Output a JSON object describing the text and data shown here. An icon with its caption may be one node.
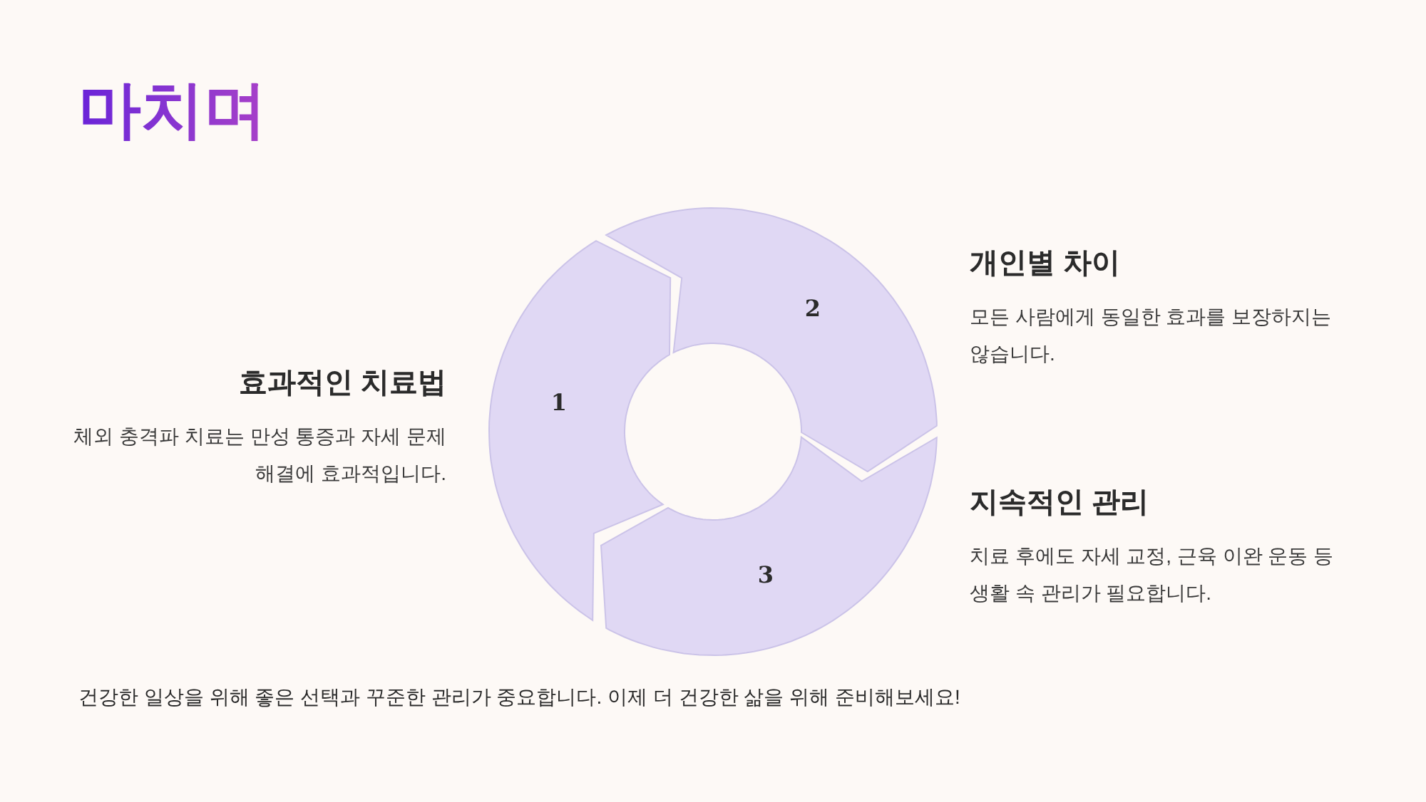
{
  "diagram": {
    "title": "마치며",
    "nodes": [
      {
        "text": [
          "1"
        ],
        "beside": [
          "효과적인 치료법",
          "체외 충격파 치료는 만성 통증과 자세 문제 해결에 효과적입니다."
        ]
      },
      {
        "text": [
          "2"
        ],
        "beside": [
          "개인별 차이",
          "모든 사람에게 동일한 효과를 보장하지는 않습니다."
        ]
      },
      {
        "text": [
          "3"
        ],
        "beside": [
          "지속적인 관리",
          "치료 후에도 자세 교정, 근육 이완 운동 등 생활 속 관리가 필요합니다."
        ]
      }
    ],
    "labels": [
      "건강한 일상을 위해 좋은 선택과 꾸준한 관리가 중요합니다. 이제 더 건강한 삶을 위해 준비해보세요!"
    ]
  }
}
